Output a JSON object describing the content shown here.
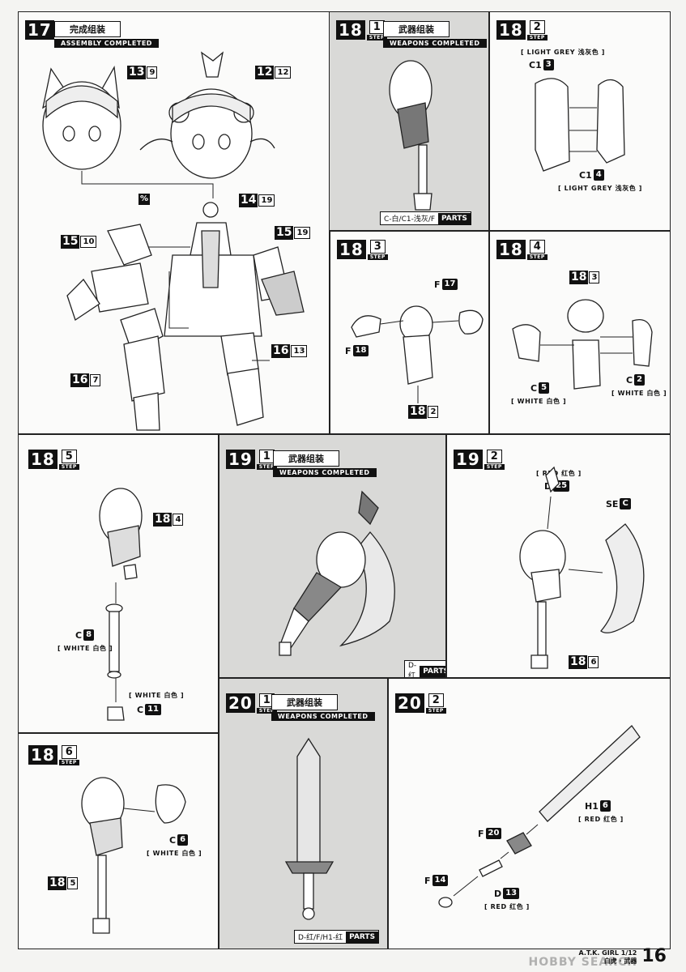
{
  "panels": {
    "p17": {
      "step_main": "17",
      "step_sub": "",
      "step_word": "",
      "title_cn": "完成组装",
      "title_en": "ASSEMBLY COMPLETED",
      "refs": [
        {
          "main": "13",
          "sub": "9"
        },
        {
          "main": "12",
          "sub": "12"
        },
        {
          "main": "14",
          "sub": "19"
        },
        {
          "main": "15",
          "sub": "10"
        },
        {
          "main": "15",
          "sub": "19"
        },
        {
          "main": "16",
          "sub": "13"
        },
        {
          "main": "16",
          "sub": "7"
        }
      ],
      "ratio_icon": "%"
    },
    "p18_1": {
      "step_main": "18",
      "step_sub": "1",
      "step_word": "STEP",
      "title_cn": "武器组装",
      "title_en": "WEAPONS COMPLETED",
      "parts_code": "C-白/C1-浅灰/F",
      "parts_label": "PARTS"
    },
    "p18_2": {
      "step_main": "18",
      "step_sub": "2",
      "step_word": "STEP",
      "color_top": "[ LIGHT GREY 浅灰色 ]",
      "color_bottom": "[ LIGHT GREY 浅灰色 ]",
      "part_a": {
        "letter": "C1",
        "num": "3"
      },
      "part_b": {
        "letter": "C1",
        "num": "4"
      }
    },
    "p18_3": {
      "step_main": "18",
      "step_sub": "3",
      "step_word": "STEP",
      "part_a": {
        "letter": "F",
        "num": "17"
      },
      "part_b": {
        "letter": "F",
        "num": "18"
      },
      "ref": {
        "main": "18",
        "sub": "2"
      }
    },
    "p18_4": {
      "step_main": "18",
      "step_sub": "4",
      "step_word": "STEP",
      "ref": {
        "main": "18",
        "sub": "3"
      },
      "part_a": {
        "letter": "C",
        "num": "5"
      },
      "part_b": {
        "letter": "C",
        "num": "2"
      },
      "color_a": "[ WHITE 白色 ]",
      "color_b": "[ WHITE 白色 ]"
    },
    "p18_5": {
      "step_main": "18",
      "step_sub": "5",
      "step_word": "STEP",
      "ref": {
        "main": "18",
        "sub": "4"
      },
      "part_a": {
        "letter": "C",
        "num": "8"
      },
      "part_b": {
        "letter": "C",
        "num": "11"
      },
      "color_a": "[ WHITE 白色 ]",
      "color_b": "[ WHITE 白色 ]"
    },
    "p19_1": {
      "step_main": "19",
      "step_sub": "1",
      "step_word": "STEP",
      "title_cn": "武器组装",
      "title_en": "WEAPONS COMPLETED",
      "parts_code": "D-红",
      "parts_label": "PARTS"
    },
    "p19_2": {
      "step_main": "19",
      "step_sub": "2",
      "step_word": "STEP",
      "color_a": "[ RED 红色 ]",
      "part_a": {
        "letter": "D",
        "num": "25"
      },
      "part_b": {
        "letter": "SE",
        "num": "C"
      },
      "ref": {
        "main": "18",
        "sub": "6"
      }
    },
    "p18_6": {
      "step_main": "18",
      "step_sub": "6",
      "step_word": "STEP",
      "part_a": {
        "letter": "C",
        "num": "6"
      },
      "color_a": "[ WHITE 白色 ]",
      "ref": {
        "main": "18",
        "sub": "5"
      }
    },
    "p20_1": {
      "step_main": "20",
      "step_sub": "1",
      "step_word": "STEP",
      "title_cn": "武器组装",
      "title_en": "WEAPONS COMPLETED",
      "parts_code": "D-红/F/H1-红",
      "parts_label": "PARTS"
    },
    "p20_2": {
      "step_main": "20",
      "step_sub": "2",
      "step_word": "STEP",
      "part_a": {
        "letter": "H1",
        "num": "6"
      },
      "color_a": "[ RED 红色 ]",
      "part_b": {
        "letter": "F",
        "num": "20"
      },
      "part_c": {
        "letter": "F",
        "num": "14"
      },
      "part_d": {
        "letter": "D",
        "num": "13"
      },
      "color_d": "[ RED 红色 ]"
    }
  },
  "footer": {
    "line1": "A.T.K. GIRL 1/12",
    "line2": "白虎 · 武器",
    "page": "16",
    "watermark": "HOBBY SEARCH"
  }
}
